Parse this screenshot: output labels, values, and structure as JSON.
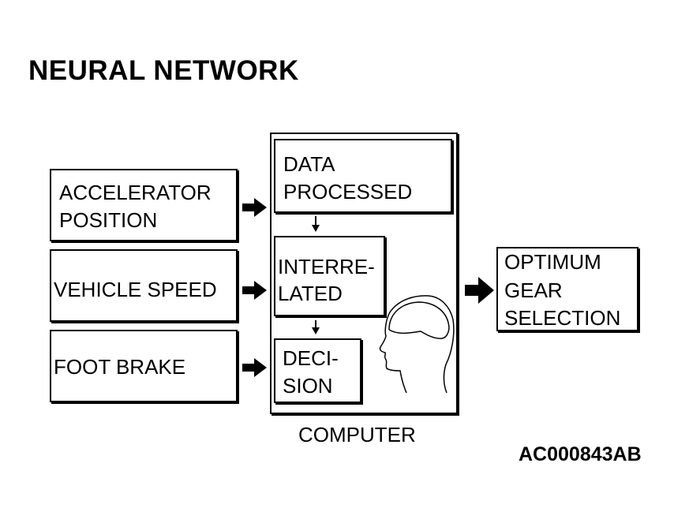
{
  "title": "NEURAL NETWORK",
  "inputs": {
    "accelerator_line1": "ACCELERATOR",
    "accelerator_line2": "POSITION",
    "vehicle_speed": "VEHICLE SPEED",
    "foot_brake": "FOOT BRAKE"
  },
  "computer": {
    "stage1_line1": "DATA",
    "stage1_line2": "PROCESSED",
    "stage2_line1": "INTERRE-",
    "stage2_line2": "LATED",
    "stage3_line1": "DECI-",
    "stage3_line2": "SION",
    "label": "COMPUTER",
    "head_icon": "human-head-brain-icon"
  },
  "output": {
    "line1": "OPTIMUM",
    "line2": "GEAR",
    "line3": "SELECTION"
  },
  "reference_code": "AC000843AB"
}
